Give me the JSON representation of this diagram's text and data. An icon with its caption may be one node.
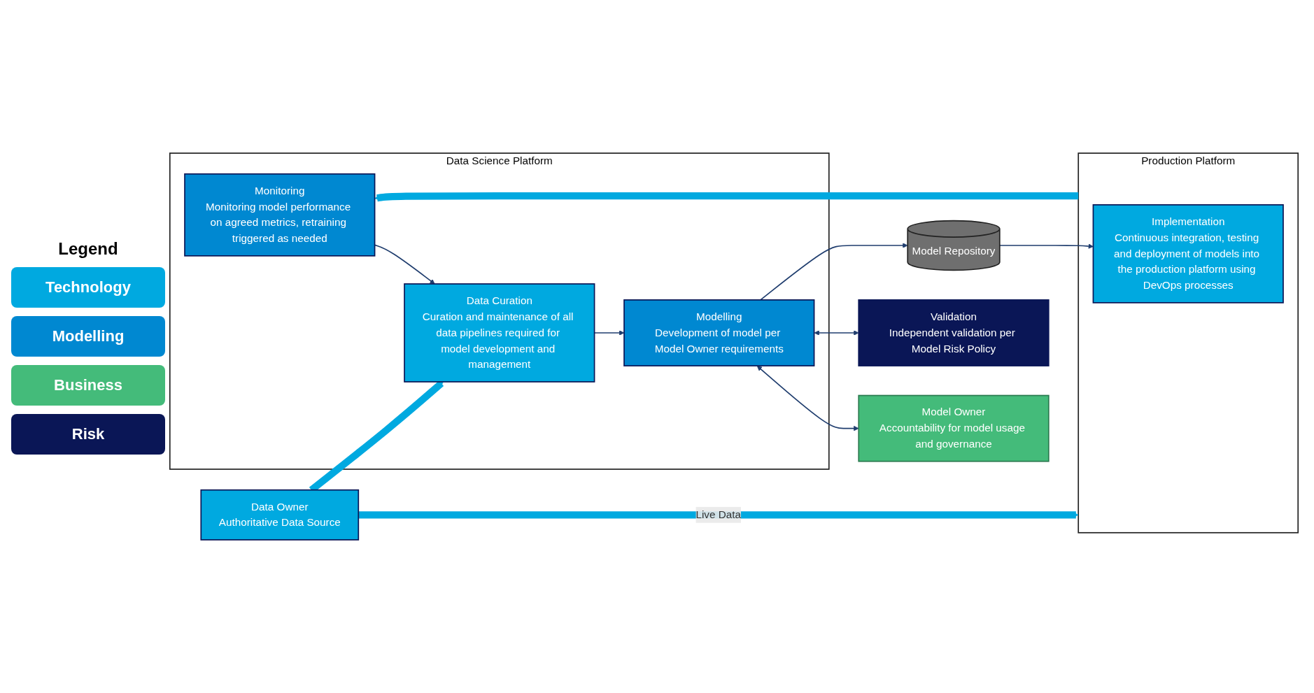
{
  "diagram": {
    "nodes": [
      {
        "text": [
          "Data Science Platform"
        ]
      },
      {
        "text": [
          "Monitoring",
          "Monitoring model performance on agreed metrics, retraining triggered as needed"
        ],
        "in": 0
      },
      {
        "text": [
          "Data Curation",
          "Curation and maintenance of all data pipelines required for model development and management"
        ],
        "in": 0
      },
      {
        "text": [
          "Modelling",
          "Development of model per Model Owner requirements"
        ],
        "in": 0
      },
      {
        "text": [
          "Model Owner",
          "Accountability for model usage and governance"
        ]
      },
      {
        "text": [
          "Validation",
          "Independent validation per Model Risk Policy"
        ]
      },
      {
        "text": [
          "Model Repository"
        ]
      },
      {
        "text": [
          "Data Owner",
          "Authoritative Data Source"
        ]
      },
      {
        "text": [
          "Production Platform"
        ]
      },
      {
        "text": [
          "Implementation",
          "Continuous integration, testing and deployment of models into the production platform using DevOps processes"
        ],
        "in": 8
      }
    ],
    "edges": [
      {
        "from": 1,
        "to": 2,
        "arrow": "to"
      },
      {
        "from": 2,
        "to": 3,
        "arrow": "to"
      },
      {
        "from": 3,
        "to": 4,
        "arrow": "both"
      },
      {
        "from": 3,
        "to": 5,
        "arrow": "both"
      },
      {
        "from": 3,
        "to": 6,
        "arrow": "to"
      },
      {
        "from": 6,
        "to": 9,
        "arrow": "to"
      },
      {
        "from": 7,
        "to": 2,
        "arrow": "to",
        "style": "thick",
        "color": "#00a9e0"
      },
      {
        "from": 7,
        "to": 8,
        "arrow": "to",
        "label": "Live Data",
        "style": "thick",
        "color": "#00a9e0"
      },
      {
        "from": 8,
        "to": 1,
        "arrow": "to",
        "style": "thick",
        "color": "#00a9e0"
      }
    ],
    "labels": [
      "Legend"
    ],
    "legend": [
      {
        "text": "Technology",
        "color": "#00a9e0"
      },
      {
        "text": "Modelling",
        "color": "#0088d1"
      },
      {
        "text": "Business",
        "color": "#44bb7a"
      },
      {
        "text": "Risk",
        "color": "#0a1656"
      }
    ]
  }
}
